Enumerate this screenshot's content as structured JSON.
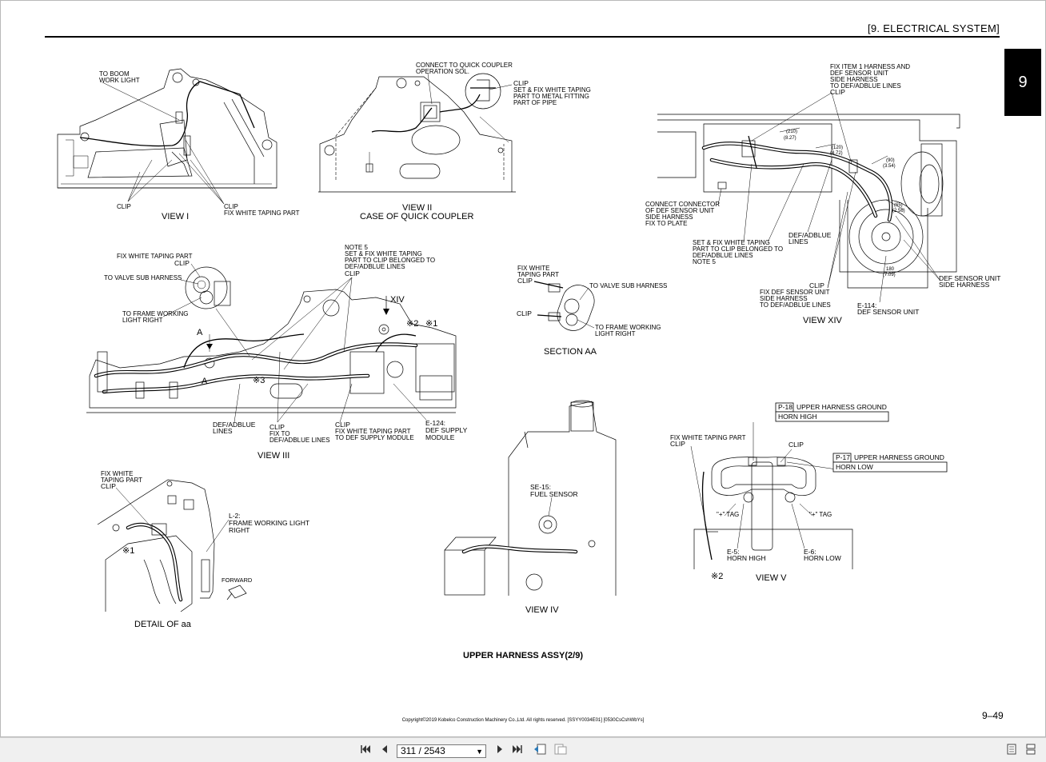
{
  "header": {
    "section": "[9.   ELECTRICAL SYSTEM]",
    "chapter_tab": "9"
  },
  "views": {
    "view1": {
      "title": "VIEW I",
      "labels": [
        "TO BOOM",
        "WORK LIGHT",
        "CLIP",
        "CLIP",
        "FIX WHITE TAPING PART"
      ]
    },
    "view2": {
      "title1": "VIEW II",
      "title2": "CASE OF QUICK COUPLER",
      "labels": [
        "CONNECT TO QUICK COUPLER",
        "OPERATION SOL.",
        "CLIP",
        "SET & FIX WHITE TAPING",
        "PART TO METAL FITTING",
        "PART OF PIPE"
      ]
    },
    "view3": {
      "title": "VIEW III",
      "labels": [
        "FIX WHITE TAPING PART",
        "CLIP",
        "TO VALVE SUB HARNESS",
        "TO FRAME WORKING",
        "LIGHT RIGHT",
        "A",
        "A",
        "NOTE 5",
        "SET & FIX WHITE TAPING",
        "PART TO CLIP BELONGED TO",
        "DEF/ADBLUE LINES",
        "CLIP",
        "XIV",
        "※2",
        "※1",
        "※3",
        "DEF/ADBLUE",
        "LINES",
        "CLIP",
        "FIX TO",
        "DEF/ADBLUE LINES",
        "CLIP",
        "FIX WHITE TAPING PART",
        "TO DEF SUPPLY MODULE",
        "E-124:",
        "DEF SUPPLY",
        "MODULE"
      ]
    },
    "section_aa": {
      "title": "SECTION AA",
      "labels": [
        "FIX WHITE",
        "TAPING PART",
        "CLIP",
        "TO VALVE SUB HARNESS",
        "CLIP",
        "TO FRAME WORKING",
        "LIGHT RIGHT"
      ]
    },
    "view14": {
      "title": "VIEW XIV",
      "labels": [
        "FIX ITEM 1 HARNESS AND",
        "DEF SENSOR UNIT",
        "SIDE HARNESS",
        "TO DEF/ADBLUE LINES",
        "CLIP",
        "CONNECT CONNECTOR",
        "OF DEF SENSOR UNIT",
        "SIDE HARNESS",
        "FIX TO PLATE",
        "SET & FIX WHITE TAPING",
        "PART TO CLIP BELONGED TO",
        "DEF/ADBLUE LINES",
        "NOTE 5",
        "DEF/ADBLUE",
        "LINES",
        "CLIP",
        "FIX DEF SENSOR UNIT",
        "SIDE HARNESS",
        "TO DEF/ADBLUE LINES",
        "E-114:",
        "DEF SENSOR UNIT",
        "DEF SENSOR UNIT",
        "SIDE HARNESS"
      ],
      "dims": [
        "(210)",
        "(8.27)",
        "(120)",
        "(4.72)",
        "(90)",
        "(3.54)",
        "180",
        "(7.09)",
        "(65)",
        "(2.56)"
      ]
    },
    "detail_aa": {
      "title": "DETAIL OF aa",
      "labels": [
        "FIX WHITE",
        "TAPING PART",
        "CLIP",
        "L-2:",
        "FRAME WORKING LIGHT",
        "RIGHT",
        "※1",
        "FORWARD"
      ]
    },
    "view4": {
      "title": "VIEW IV",
      "labels": [
        "SE-15:",
        "FUEL SENSOR"
      ]
    },
    "view5": {
      "title": "VIEW V",
      "labels": [
        "FIX WHITE TAPING PART",
        "CLIP",
        "CLIP",
        "\"+\" TAG",
        "\"+\" TAG",
        "E-5:",
        "HORN HIGH",
        "E-6:",
        "HORN LOW",
        "※2"
      ],
      "p18": {
        "code": "P-18",
        "text": "UPPER HARNESS GROUND",
        "sub": "HORN HIGH"
      },
      "p17": {
        "code": "P-17",
        "text": "UPPER HARNESS GROUND",
        "sub": "HORN LOW"
      }
    }
  },
  "footer": {
    "title": "UPPER HARNESS ASSY(2/9)",
    "copyright": "Copyright©2019 Kobelco Construction Machinery Co.,Ltd. All rights reserved. [SSYY0034E01] [0530CsCshWbYs]",
    "page_number": "9–49"
  },
  "viewer": {
    "page_field": "311 / 2543",
    "icons": [
      "first-page-icon",
      "previous-page-icon",
      "next-page-icon",
      "last-page-icon",
      "back-view-icon",
      "forward-view-icon",
      "single-page-icon",
      "continuous-page-icon"
    ]
  }
}
